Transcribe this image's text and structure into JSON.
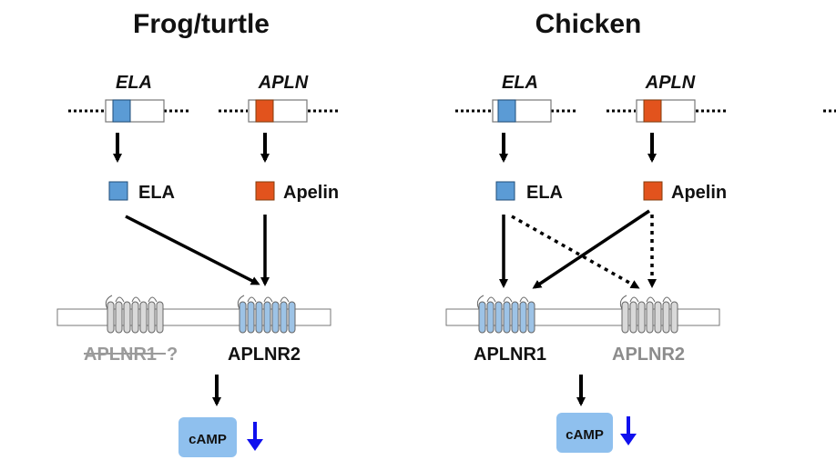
{
  "panels": [
    {
      "title": "Frog/turtle",
      "genes": [
        "ELA",
        "APLN"
      ],
      "peptides": [
        "ELA",
        "Apelin"
      ],
      "receptor_left": "APLNR1",
      "receptor_left_suffix": "?",
      "receptor_right": "APLNR2",
      "output": "cAMP"
    },
    {
      "title": "Chicken",
      "genes": [
        "ELA",
        "APLN"
      ],
      "peptides": [
        "ELA",
        "Apelin"
      ],
      "receptor_left": "APLNR1",
      "receptor_right": "APLNR2",
      "output": "cAMP"
    }
  ],
  "colors": {
    "ela_blue": "#5b9bd5",
    "apelin_orange": "#e2531d",
    "receptor_active": "#9dc3e6",
    "receptor_inactive": "#d9d9d9",
    "camp_box": "#8fc0ee",
    "down_arrow": "#1010ee",
    "text_gray": "#8c8c8c"
  }
}
